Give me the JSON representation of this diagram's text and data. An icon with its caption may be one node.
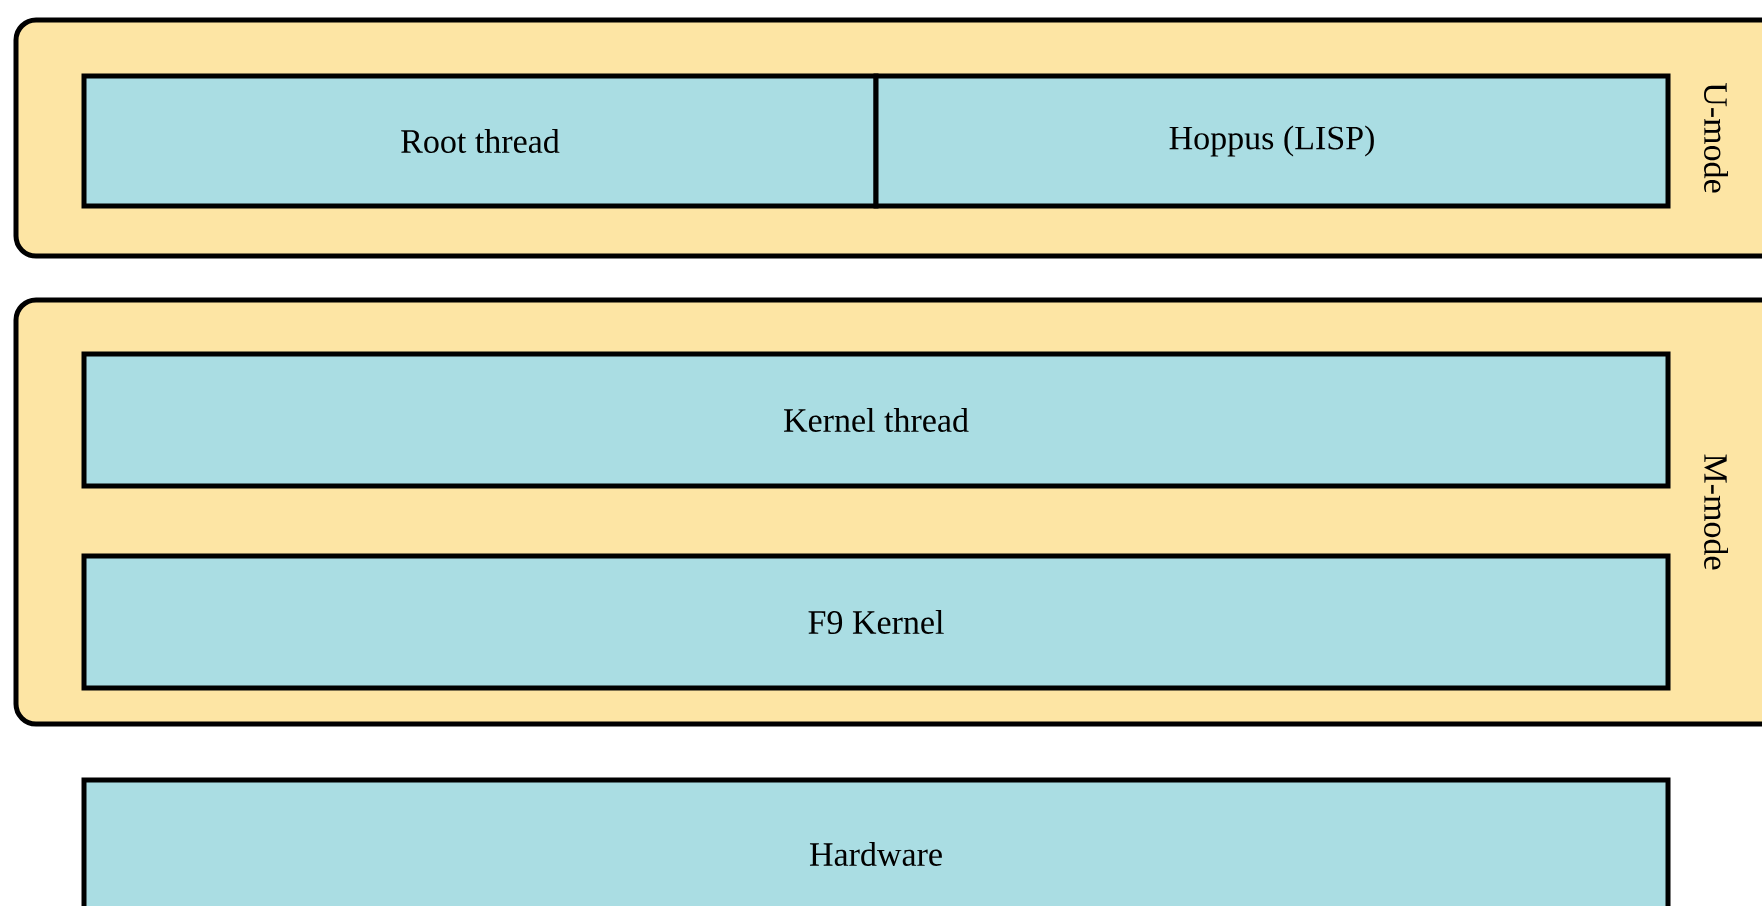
{
  "diagram": {
    "nodes": [
      {
        "text": [
          "U-mode"
        ]
      },
      {
        "text": [
          "Root thread"
        ],
        "in": 0
      },
      {
        "text": [
          "Hoppus (LISP)"
        ],
        "in": 0
      },
      {
        "text": [
          "M-mode"
        ]
      },
      {
        "text": [
          "Kernel thread"
        ],
        "in": 3
      },
      {
        "text": [
          "F9 Kernel"
        ],
        "in": 3
      },
      {
        "text": [
          "Hardware"
        ]
      }
    ]
  }
}
